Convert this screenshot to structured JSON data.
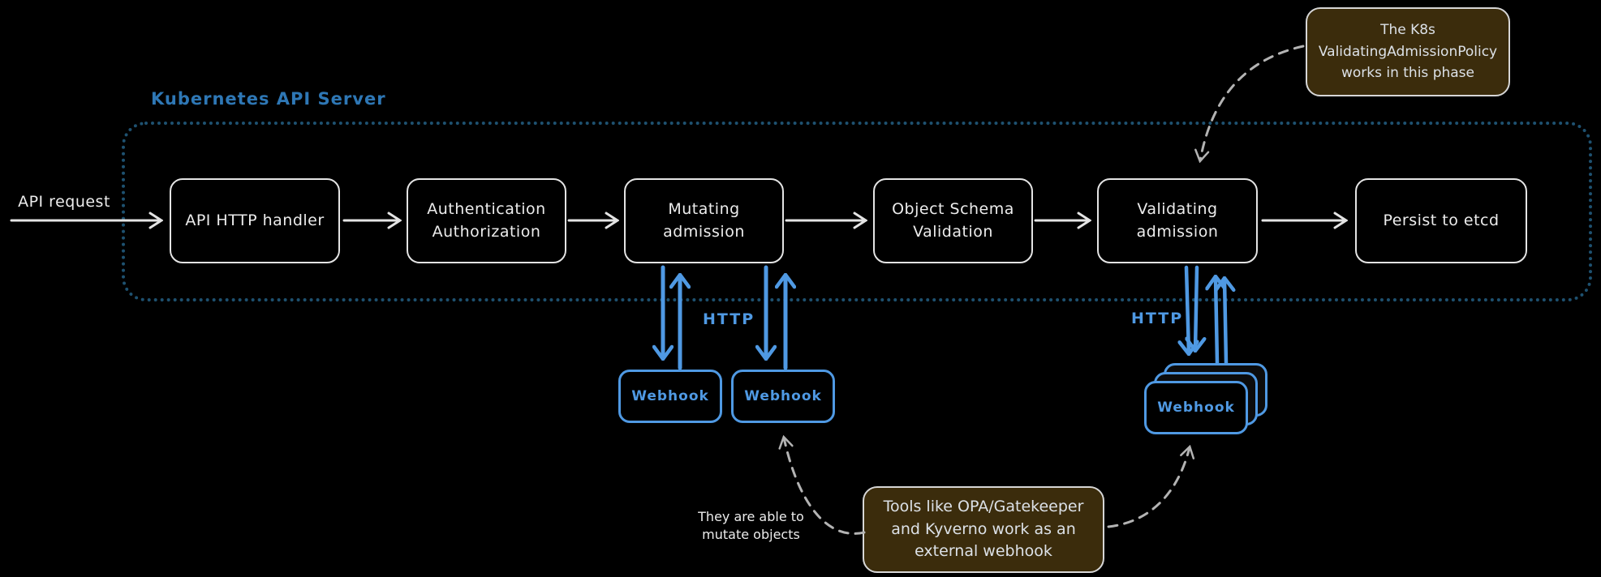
{
  "colors": {
    "canvas_bg": "#000000",
    "accent_blue": "#4f99e3",
    "label_blue": "#2e77b5",
    "container_border": "#1e5170",
    "box_border": "#e4e4e4",
    "text_light": "#ececec",
    "note_bg": "#3b2c0c",
    "note_border": "#d6d6d6",
    "dashed_gray": "#b3b3b3"
  },
  "server": {
    "title": "Kubernetes API Server"
  },
  "api_request_label": "API request",
  "pipeline": [
    {
      "label": "API HTTP handler"
    },
    {
      "label": "Authentication\nAuthorization"
    },
    {
      "label": "Mutating admission"
    },
    {
      "label": "Object Schema\nValidation"
    },
    {
      "label": "Validating admission"
    },
    {
      "label": "Persist to etcd"
    }
  ],
  "mutating_webhooks": {
    "http_label": "HTTP",
    "items": [
      {
        "label": "Webhook"
      },
      {
        "label": "Webhook"
      }
    ]
  },
  "validating_webhooks": {
    "http_label": "HTTP",
    "stack_label": "Webhook"
  },
  "notes": {
    "validating_policy": {
      "text": "The K8s\nValidatingAdmissionPolicy\nworks in this phase"
    },
    "mutate_ability": {
      "text": "They are able to\nmutate objects"
    },
    "external_tools": {
      "text": "Tools like OPA/Gatekeeper\nand Kyverno work as an\nexternal webhook"
    }
  }
}
